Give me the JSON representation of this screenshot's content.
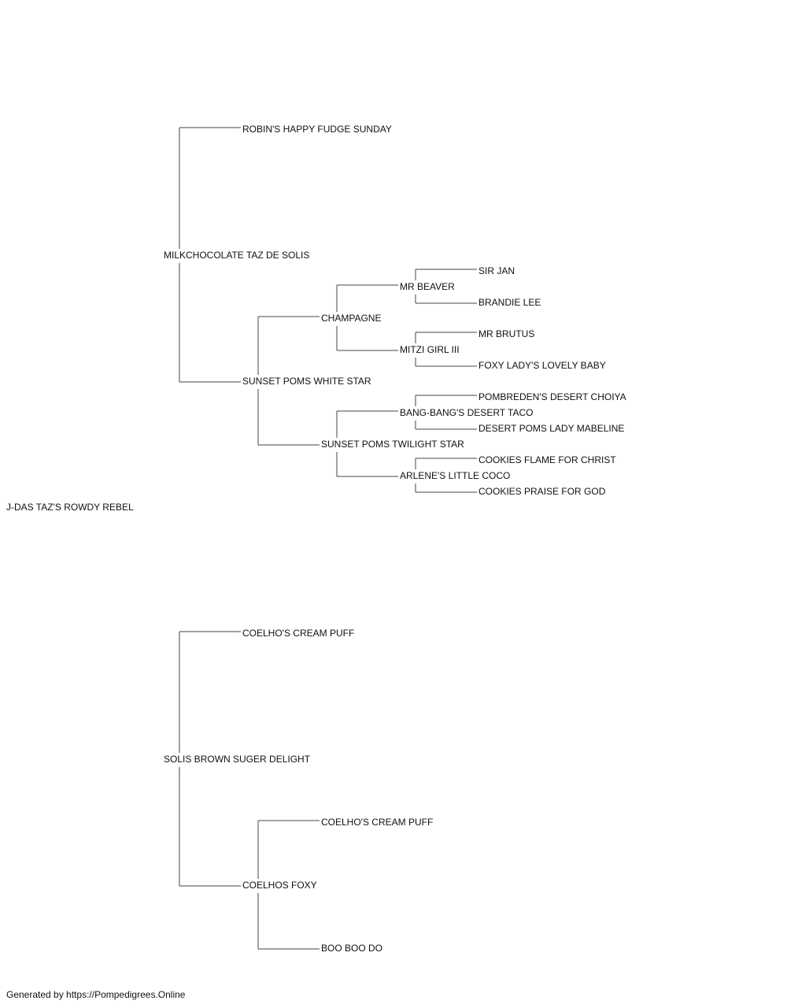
{
  "pedigree": {
    "subject": "J-DAS TAZ'S ROWDY REBEL",
    "sire": "MILKCHOCOLATE TAZ DE SOLIS",
    "sire_sire": "ROBIN'S HAPPY FUDGE SUNDAY",
    "sire_dam": "SUNSET POMS WHITE STAR",
    "sire_dam_sire": "CHAMPAGNE",
    "sire_dam_sire_sire": "MR BEAVER",
    "sire_dam_sire_sire_sire": "SIR JAN",
    "sire_dam_sire_sire_dam": "BRANDIE LEE",
    "sire_dam_sire_dam": "MITZI GIRL III",
    "sire_dam_sire_dam_sire": "MR BRUTUS",
    "sire_dam_sire_dam_dam": "FOXY LADY'S LOVELY BABY",
    "sire_dam_dam": "SUNSET POMS TWILIGHT STAR",
    "sire_dam_dam_sire": "BANG-BANG'S DESERT TACO",
    "sire_dam_dam_sire_sire": "POMBREDEN'S DESERT CHOIYA",
    "sire_dam_dam_sire_dam": "DESERT POMS LADY MABELINE",
    "sire_dam_dam_dam": "ARLENE'S LITTLE COCO",
    "sire_dam_dam_dam_sire": "COOKIES FLAME FOR CHRIST",
    "sire_dam_dam_dam_dam": "COOKIES PRAISE FOR GOD",
    "dam": "SOLIS BROWN SUGER DELIGHT",
    "dam_sire": "COELHO'S CREAM PUFF",
    "dam_dam": "COELHOS FOXY",
    "dam_dam_sire": "COELHO'S CREAM PUFF",
    "dam_dam_dam": "BOO BOO DO"
  },
  "footer": "Generated by https://Pompedigrees.Online"
}
